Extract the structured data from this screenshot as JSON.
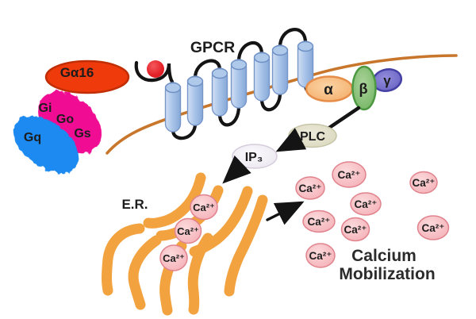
{
  "diagram": {
    "receptor": {
      "label": "GPCR"
    },
    "g_proteins": {
      "ga16": "Gα16",
      "gi": "Gi",
      "go": "Go",
      "gs": "Gs",
      "gq": "Gq",
      "alpha": "α",
      "beta": "β",
      "gamma": "γ"
    },
    "enzymes": {
      "plc": "PLC"
    },
    "messengers": {
      "ip3": "IP₃",
      "calcium_ion": "Ca²⁺"
    },
    "organelle": {
      "er_label": "E.R."
    },
    "caption": {
      "line1": "Calcium",
      "line2": "Mobilization"
    },
    "colors": {
      "membrane": "#c8762c",
      "helix_fill": "#a9c4e8",
      "helix_stroke": "#7796c9",
      "ligand_red": "#e32127",
      "ga16_fill": "#ef3a0b",
      "gi_go_gs_fill": "#f00e94",
      "gq_fill": "#1b8af0",
      "alpha_stroke": "#e68e49",
      "beta_stroke": "#4c9942",
      "gamma_stroke": "#4540a4",
      "plc_fill": "#dedcc3",
      "ip3_fill": "#efeaf2",
      "er_orange": "#f2a340",
      "ca_fill": "#f5aeb4",
      "ca_stroke": "#e0838d",
      "line_black": "#141414",
      "text_dark": "#1c1c1c"
    }
  }
}
